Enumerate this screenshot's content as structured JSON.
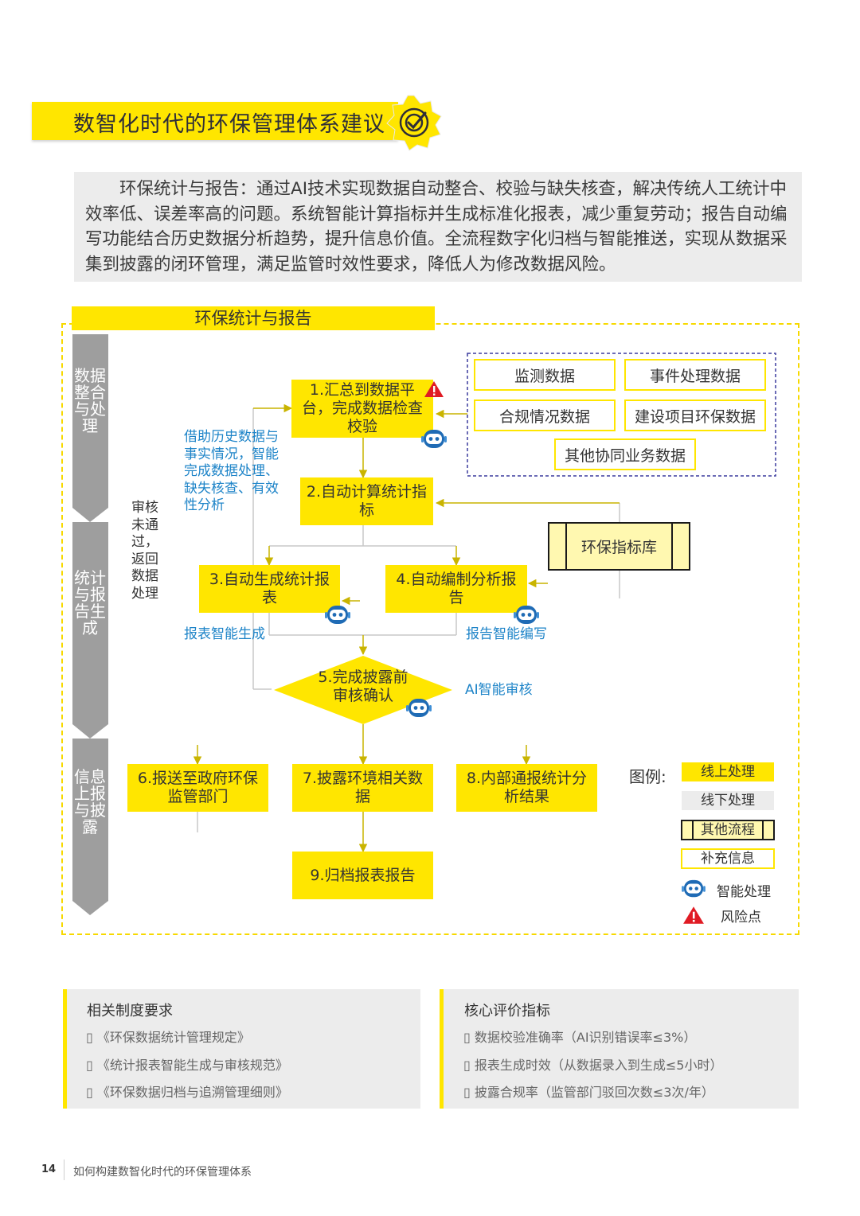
{
  "header": {
    "title": "数智化时代的环保管理体系建议",
    "accent": "#ffe600"
  },
  "intro": {
    "text": "环保统计与报告：通过AI技术实现数据自动整合、校验与缺失核查，解决传统人工统计中效率低、误差率高的问题。系统智能计算指标并生成标准化报表，减少重复劳动；报告自动编写功能结合历史数据分析趋势，提升信息价值。全流程数字化归档与智能推送，实现从数据采集到披露的闭环管理，满足监管时效性要求，降低人为修改数据风险。"
  },
  "diagram": {
    "title": "环保统计与报告",
    "stages": [
      "数据整合与处理",
      "统计与报告生成",
      "信息上报与披露"
    ],
    "sources": [
      "监测数据",
      "事件处理数据",
      "合规情况数据",
      "建设项目环保数据",
      "其他协同业务数据"
    ],
    "library": "环保指标库",
    "steps": [
      "1.汇总到数据平台，完成数据检查校验",
      "2.自动计算统计指标",
      "3.自动生成统计报表",
      "4.自动编制分析报告",
      "5.完成披露前审核确认",
      "6.报送至政府环保监管部门",
      "7.披露环境相关数据",
      "8.内部通报统计分析结果",
      "9.归档报表报告"
    ],
    "notes": {
      "history": "借助历史数据与事实情况，智能完成数据处理、缺失核查、有效性分析",
      "reject": "审核未通过，返回数据处理",
      "report_gen": "报表智能生成",
      "report_write": "报告智能编写",
      "ai_review": "AI智能审核"
    },
    "legend": {
      "title": "图例:",
      "online": "线上处理",
      "offline": "线下处理",
      "other": "其他流程",
      "supplement": "补充信息",
      "smart": "智能处理",
      "risk": "风险点"
    }
  },
  "requirements": {
    "title": "相关制度要求",
    "items": [
      "《环保数据统计管理规定》",
      "《统计报表智能生成与审核规范》",
      "《环保数据归档与追溯管理细则》"
    ]
  },
  "indicators": {
    "title": "核心评价指标",
    "items": [
      "数据校验准确率（AI识别错误率≤3%）",
      "报表生成时效（从数据录入到生成≤5小时）",
      "披露合规率（监管部门驳回次数≤3次/年）"
    ]
  },
  "footer": {
    "page": "14",
    "text": "如何构建数智化时代的环保管理体系"
  }
}
